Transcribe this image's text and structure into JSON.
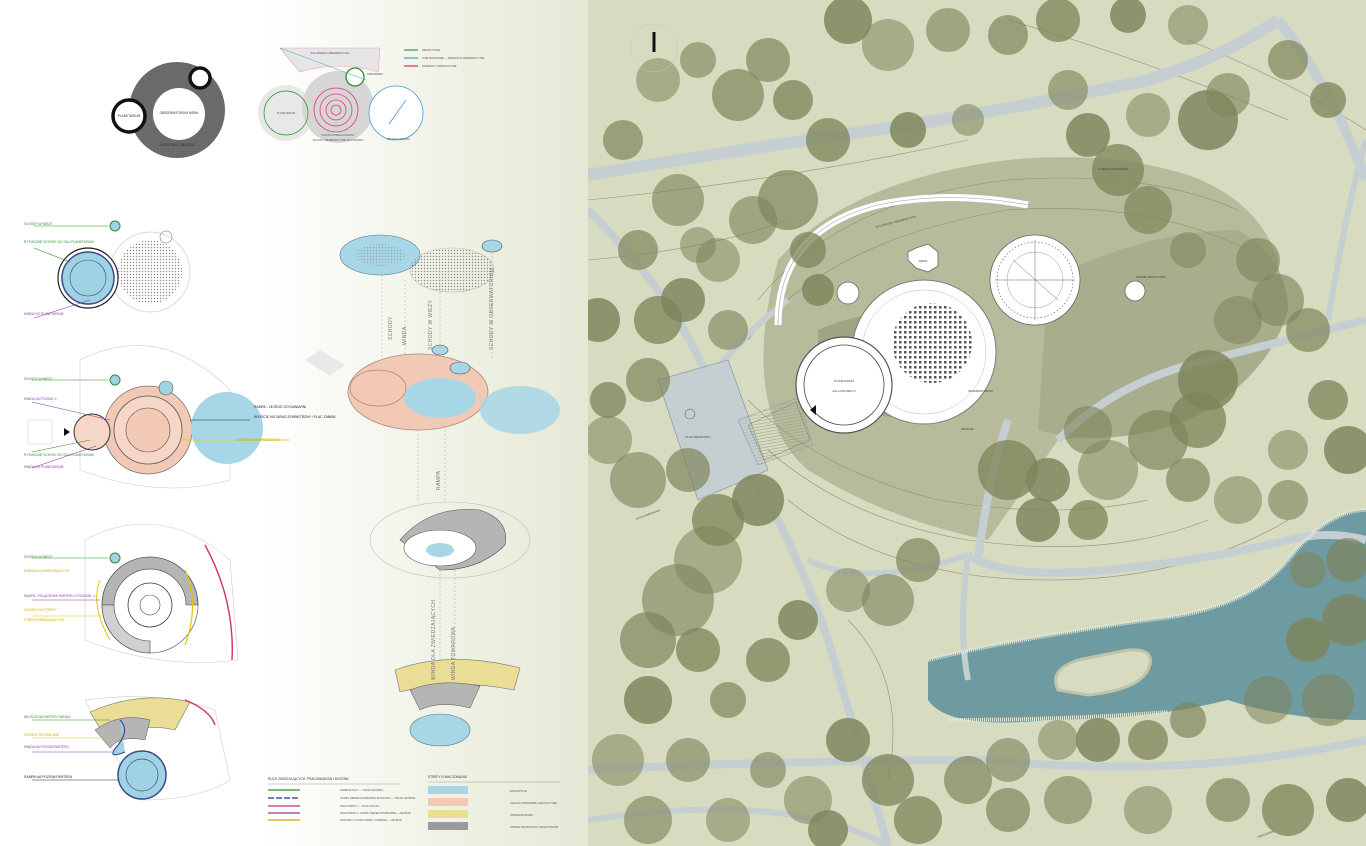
{
  "diagrams": {
    "bubble_left": {
      "outer_label": "PLANETARIUM",
      "inner_label": "OBSERWATORIUM NIEBA",
      "bottom_label": "DZIEDZINIEC WEJŚCIA"
    },
    "bubble_right": {
      "top_label": "KOLUMNADA OBSERWACYJNA",
      "left_label": "PLANETARIUM",
      "center_label": "OGRÓD KOSMOLOGICZNY",
      "right_label": "OBSERWATORIUM",
      "small_label": "DZIEDZINIEC",
      "sub_label": "SCHODY OBSERWACYJNE DO POZIOMU"
    },
    "legend_top": [
      {
        "color": "#3a9a3a",
        "text": "WIDOKI STAŁE"
      },
      {
        "color": "#3fa0c8",
        "text": "OSIE WIDOKOWE — PRZEJŚCIA OBSERWACYJNE"
      },
      {
        "color": "#d03070",
        "text": "ELEMENTY ORIENTACYJNE"
      }
    ],
    "floor1_labels": {
      "stairs_tower": "SCHODY W WIEŻY",
      "stairs_hall": "RYTMICZNE SCHODY DO SALI PLANETARIUM",
      "lift": "WINDA DO PLANETARIUM"
    },
    "floor2_labels": {
      "stairs_tower": "SCHODY W WIEŻY",
      "lift_level": "WINDA NA POZIOM -1",
      "ramp": "RAMPA - ZEJŚCIE DO KAWIARNI",
      "ramp2": "WYJŚCIE NA TARAS ZEWNĘTRZNY I PLAC ZABAW",
      "stairs_hall": "RYTMICZNE SCHODY DO SALI PLANETARIUM",
      "lift": "WINDA DO PLANETARIUM",
      "yellow": "STREFA OBSERWATORIUM"
    },
    "floor3_labels": {
      "stairs_tower": "SCHODY W WIEŻY",
      "elevator": "WINDA DLA ZWIEDZAJĄCYCH",
      "ramp": "RAMPA - POŁĄCZENIE PARTERU I POZIOMU -1",
      "stairs_yellow": "SCHODY DO STREFY",
      "stairs_yellow2": "STREFA ZWIEDZAJĄCYCH"
    },
    "floor4_labels": {
      "entrance": "WEJŚCIE NA PARTER I WINDA",
      "stairs": "SCHODY TECHNICZNE",
      "lift": "WINDA NA POZIOM PARTERU",
      "ramp": "RAMPA NA POZIOM PARTERU"
    },
    "axo_labels": [
      "SCHODY",
      "WINDA",
      "SCHODY W WIEŻY",
      "SCHODY W OBSERWATORIUM",
      "RAMPA",
      "WINDA DLA ZWIEDZAJĄCYCH",
      "WINDA TOWAROWA"
    ],
    "legend_bottom_left": {
      "title": "RUCH ZWIEDZAJĄCYCH, PRACOWNIKÓW I DOSTAW",
      "rows": [
        {
          "color": "#2f8f2f",
          "dash": "",
          "text": "ZWIEDZAJĄCY — TRASA GŁÓWNA"
        },
        {
          "color": "#1e3a8a",
          "dash": "6 2",
          "text": "OSOBY NIEPEŁNOSPRAWNE RUCHOWO — TRASA GŁÓWNA"
        },
        {
          "color": "#d03070",
          "dash": "",
          "text": "PRACOWNICY — RUCH RUCHU"
        },
        {
          "color": "#8a3ab0",
          "dash": "",
          "text": "PRACOWNICY I OSOBY NIEPEŁNOSPRAWNE — ZEJŚCIE"
        },
        {
          "color": "#c9a800",
          "dash": "",
          "text": "DOSTAWY LOGISTYCZNE I CATERING — ZEJŚCIE"
        }
      ]
    },
    "legend_bottom_right": {
      "title": "STREFY FUNKCJONALNE",
      "rows": [
        {
          "color": "#a7d6e6",
          "text": "EKSPOZYCJA"
        },
        {
          "color": "#f2c9b4",
          "text": "SALE DO PROGRAMU I EDUKACYJNE"
        },
        {
          "color": "#eadd96",
          "text": "STREFA BIUROWA"
        },
        {
          "color": "#9a9a9a",
          "text": "STREFA TECHNICZNA I MAGAZYNOWA"
        }
      ]
    }
  },
  "site_plan": {
    "labels": {
      "entrance_square": "PLAC WEJŚCIOWY",
      "planetarium": "PLANETARIUM",
      "planetarium_sub": "SALA PROJEKCJI",
      "observatory": "OBSERWATORIUM",
      "courtyard": "DZIEDZINIEC",
      "kolumnada": "KOLUMNADA OBSERWACYJNA",
      "street": "ULICA OGRODOWA",
      "path_label": "ŚCIEŻKA SPACEROWA",
      "tower": "WIEŻA",
      "ramp": "WEJŚCIE",
      "garden": "OGRÓD TEMATYCZNY"
    },
    "colors": {
      "water": "#6e9aa2",
      "grass": "#d7dbc0",
      "trees": "#7e845a",
      "paths": "#c5cfd2",
      "slope": "#b7bb9c"
    }
  }
}
